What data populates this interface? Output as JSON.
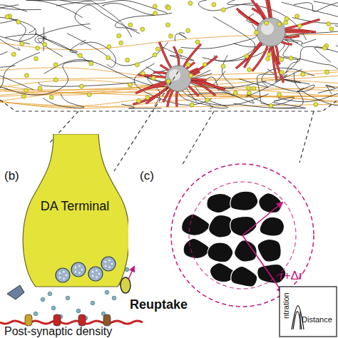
{
  "diagram": {
    "nodes": [
      {
        "text": [
          "DA Terminal"
        ]
      }
    ],
    "labels": [
      "(b)",
      "Reuptake",
      "Post-synaptic density",
      "(c)",
      "r+Δr",
      "ntration",
      "Distance"
    ]
  }
}
